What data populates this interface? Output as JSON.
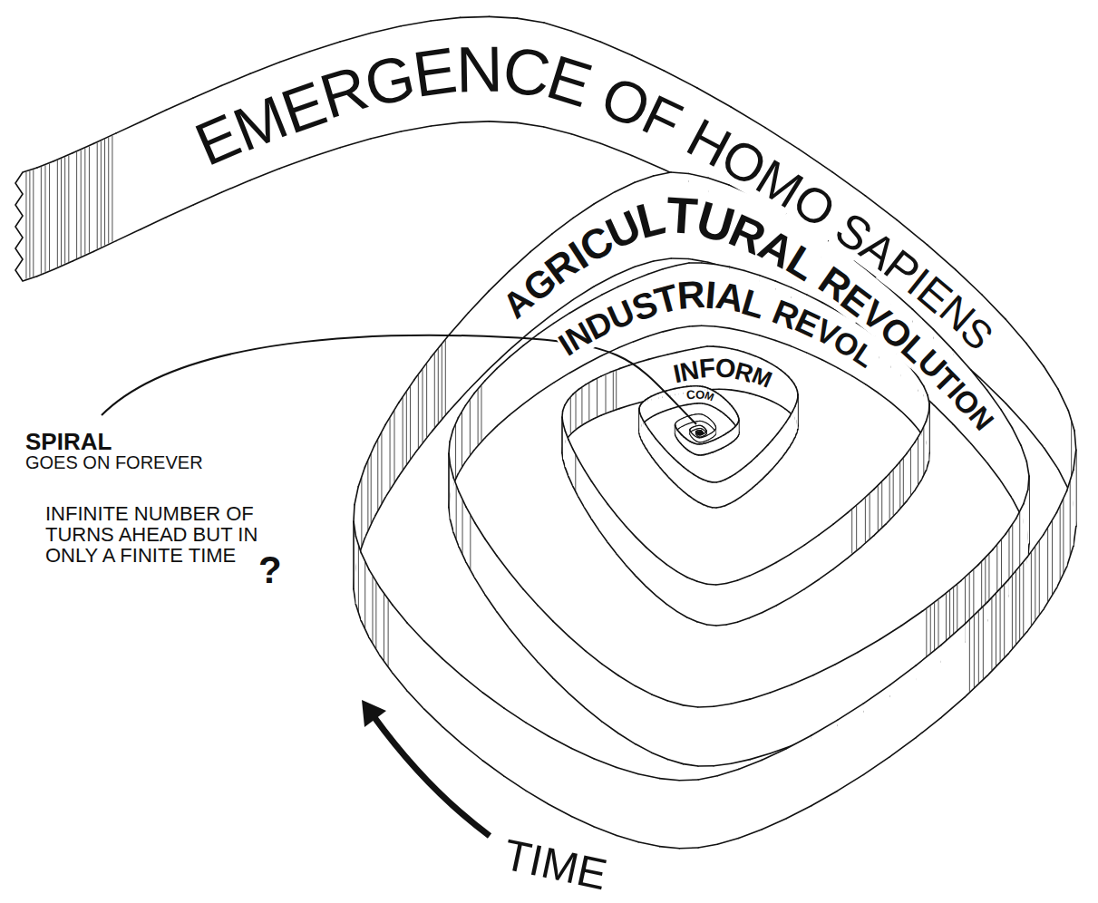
{
  "diagram": {
    "nodes": [
      {
        "text": [
          "EMERGENCE OF HOMO SAPIENS"
        ]
      },
      {
        "text": [
          "AGRICULTURAL REVOLUTION"
        ]
      },
      {
        "text": [
          "INDUSTRIAL REVOL"
        ]
      },
      {
        "text": [
          "INFORM"
        ]
      },
      {
        "text": [
          "COM"
        ]
      }
    ],
    "labels": [
      "SPIRAL",
      "GOES ON FOREVER",
      "INFINITE NUMBER OF TURNS AHEAD BUT IN ONLY A FINITE TIME",
      "?",
      "TIME"
    ]
  }
}
